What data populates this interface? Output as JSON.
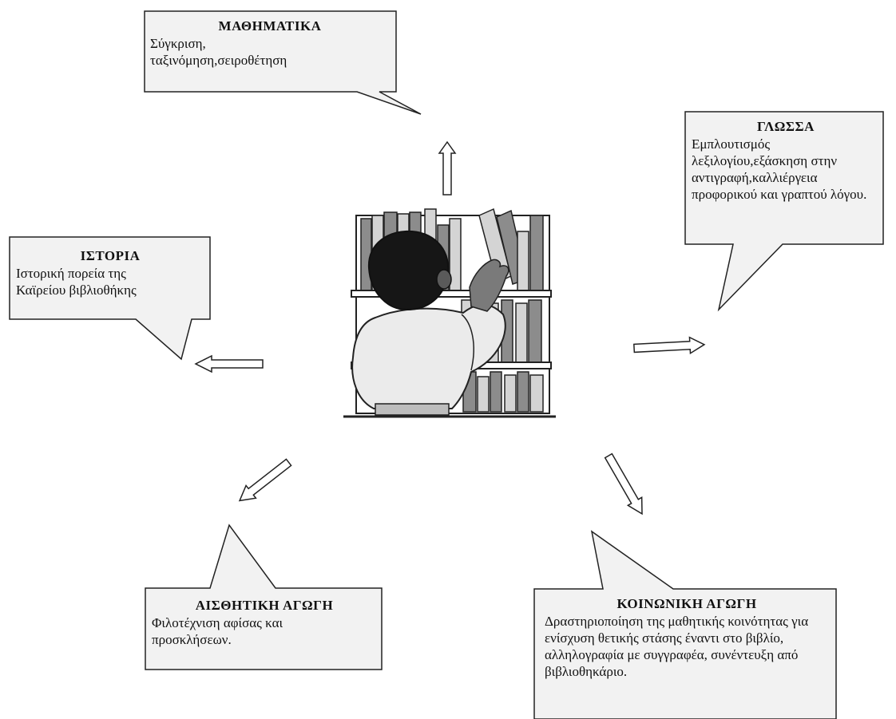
{
  "boxes": {
    "mathematics": {
      "title": "ΜΑΘΗΜΑΤΙΚΑ",
      "text": "Σύγκριση, ταξινόμηση,σειροθέτηση"
    },
    "language": {
      "title": "ΓΛΩΣΣΑ",
      "text": "Εμπλουτισμός λεξιλογίου,εξάσκηση στην αντιγραφή,καλλιέργεια προφορικού και γραπτού λόγου."
    },
    "history": {
      "title": "ΙΣΤΟΡΙΑ",
      "text": "Ιστορική πορεία της Καϊρείου βιβλιοθήκης"
    },
    "aesthetic": {
      "title": "ΑΙΣΘΗΤΙΚΗ ΑΓΩΓΗ",
      "text": "Φιλοτέχνιση αφίσας και προσκλήσεων."
    },
    "social": {
      "title": "ΚΟΙΝΩΝΙΚΗ ΑΓΩΓΗ",
      "text": "Δραστηριοποίηση της μαθητικής κοινότητας για ενίσχυση θετικής στάσης έναντι στο βιβλίο,  αλληλογραφία με συγγραφέα, συνέντευξη από βιβλιοθηκάριο."
    }
  },
  "colors": {
    "box_fill": "#f2f2f2",
    "stroke": "#222222",
    "shirt": "#ebebeb",
    "book_gray": "#8c8c8c",
    "book_light": "#d4d4d4"
  }
}
